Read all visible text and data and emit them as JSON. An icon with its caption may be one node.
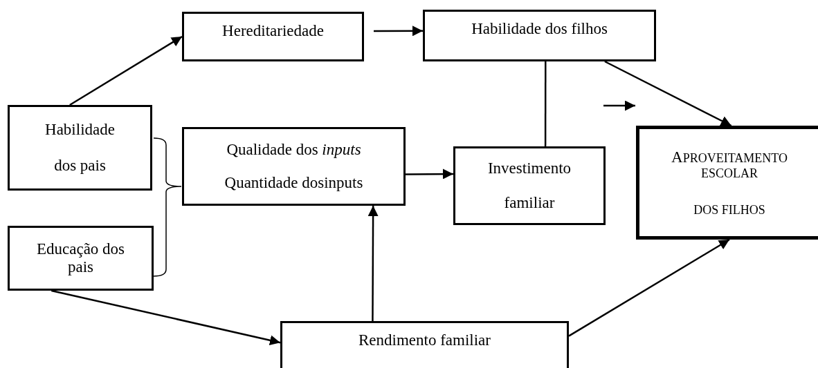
{
  "diagram": {
    "nodes": [
      {
        "text": [
          "Hereditariedade"
        ]
      },
      {
        "text": [
          "Habilidade dos filhos"
        ]
      },
      {
        "text": [
          "Habilidade",
          "dos pais"
        ]
      },
      {
        "text": [
          "Qualidade dos *inputs*",
          "Quantidade dosinputs"
        ]
      },
      {
        "text": [
          "Investimento",
          "familiar"
        ]
      },
      {
        "text": [
          "APROVEITAMENTO ESCOLAR",
          "DOS FILHOS"
        ]
      },
      {
        "text": [
          "Educação dos pais"
        ]
      },
      {
        "text": [
          "Rendimento familiar"
        ]
      }
    ],
    "edges": [
      {
        "from": 2,
        "to": 0,
        "arrow": "to"
      },
      {
        "from": 0,
        "to": 1,
        "arrow": "to"
      },
      {
        "from": 1,
        "to": 5,
        "arrow": "to"
      },
      {
        "from": 4,
        "to": 1,
        "arrow": "none"
      },
      {
        "from": 3,
        "to": 4,
        "arrow": "to"
      },
      {
        "from": 7,
        "to": 3,
        "arrow": "to"
      },
      {
        "from": 6,
        "to": 7,
        "arrow": "to"
      },
      {
        "from": 7,
        "to": 5,
        "arrow": "to"
      }
    ]
  }
}
